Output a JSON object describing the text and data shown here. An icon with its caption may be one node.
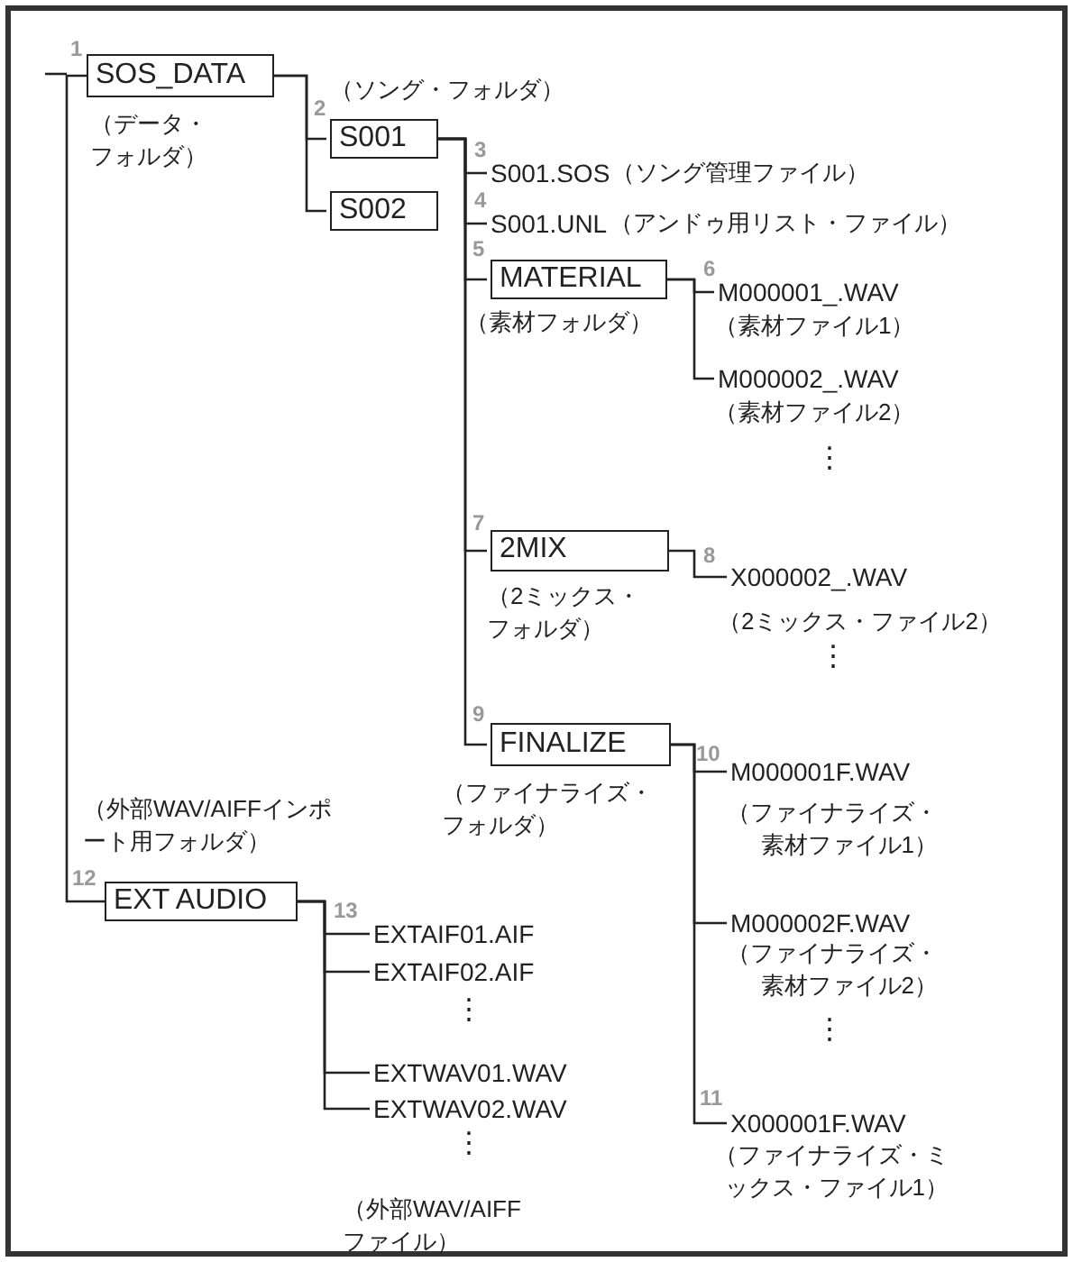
{
  "diagram": {
    "nodes": [
      {
        "text": [
          "SOS_DATA"
        ],
        "beside": [
          "（データ・フォルダ）"
        ]
      },
      {
        "text": [
          "S001"
        ],
        "beside": [
          "（ソング・フォルダ）"
        ]
      },
      {
        "text": [
          "S002"
        ]
      },
      {
        "text": [
          "S001.SOS"
        ],
        "beside": [
          "（ソング管理ファイル）"
        ]
      },
      {
        "text": [
          "S001.UNL"
        ],
        "beside": [
          "（アンドゥ用リスト・ファイル）"
        ]
      },
      {
        "text": [
          "MATERIAL"
        ],
        "beside": [
          "（素材フォルダ）"
        ]
      },
      {
        "text": [
          "M000001_.WAV"
        ],
        "beside": [
          "（素材ファイル1）"
        ]
      },
      {
        "text": [
          "M000002_.WAV"
        ],
        "beside": [
          "（素材ファイル2）"
        ]
      },
      {
        "text": [
          "2MIX"
        ],
        "beside": [
          "（2ミックス・フォルダ）"
        ]
      },
      {
        "text": [
          "X000002_.WAV"
        ],
        "beside": [
          "（2ミックス・ファイル2）"
        ]
      },
      {
        "text": [
          "FINALIZE"
        ],
        "beside": [
          "（ファイナライズ・フォルダ）"
        ]
      },
      {
        "text": [
          "M000001F.WAV"
        ],
        "beside": [
          "（ファイナライズ・素材ファイル1）"
        ]
      },
      {
        "text": [
          "M000002F.WAV"
        ],
        "beside": [
          "（ファイナライズ・素材ファイル2）"
        ]
      },
      {
        "text": [
          "X000001F.WAV"
        ],
        "beside": [
          "（ファイナライズ・ミックス・ファイル1）"
        ]
      },
      {
        "text": [
          "EXT AUDIO"
        ],
        "beside": [
          "（外部WAV/AIFFインポート用フォルダ）"
        ]
      },
      {
        "text": [
          "EXTAIF01.AIF"
        ]
      },
      {
        "text": [
          "EXTAIF02.AIF"
        ]
      },
      {
        "text": [
          "EXTWAV01.WAV"
        ]
      },
      {
        "text": [
          "EXTWAV02.WAV"
        ]
      }
    ],
    "edges": [
      {
        "from": 0,
        "to": 14,
        "arrow": "none"
      },
      {
        "from": 0,
        "to": 1,
        "arrow": "none"
      },
      {
        "from": 0,
        "to": 2,
        "arrow": "none"
      },
      {
        "from": 1,
        "to": 3,
        "arrow": "none"
      },
      {
        "from": 1,
        "to": 4,
        "arrow": "none"
      },
      {
        "from": 1,
        "to": 5,
        "arrow": "none"
      },
      {
        "from": 1,
        "to": 8,
        "arrow": "none"
      },
      {
        "from": 1,
        "to": 10,
        "arrow": "none"
      },
      {
        "from": 5,
        "to": 6,
        "arrow": "none"
      },
      {
        "from": 5,
        "to": 7,
        "arrow": "none"
      },
      {
        "from": 8,
        "to": 9,
        "arrow": "none"
      },
      {
        "from": 10,
        "to": 11,
        "arrow": "none"
      },
      {
        "from": 10,
        "to": 12,
        "arrow": "none"
      },
      {
        "from": 10,
        "to": 13,
        "arrow": "none"
      },
      {
        "from": 14,
        "to": 15,
        "arrow": "none"
      },
      {
        "from": 14,
        "to": 16,
        "arrow": "none"
      },
      {
        "from": 14,
        "to": 17,
        "arrow": "none"
      },
      {
        "from": 14,
        "to": 18,
        "arrow": "none"
      }
    ],
    "labels": [
      "1",
      "2",
      "3",
      "4",
      "5",
      "6",
      "⋮",
      "7",
      "8",
      "⋮",
      "9",
      "10",
      "⋮",
      "11",
      "12",
      "13",
      "⋮",
      "⋮",
      "（外部WAV/AIFFファイル）"
    ]
  }
}
